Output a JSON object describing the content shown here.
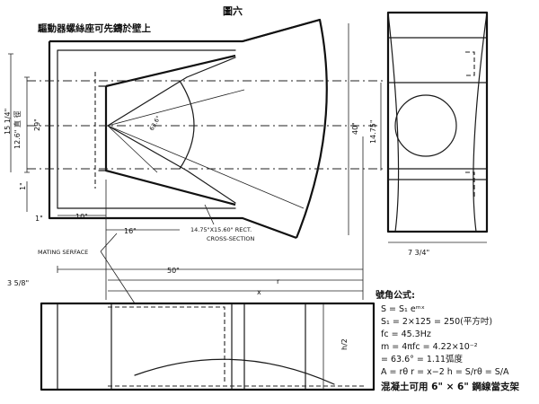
{
  "title": "圖六",
  "top_note": "驅動器螺絲座可先鑄於壁上",
  "dimensions": {
    "d_15_1_4": "15 1/4\"",
    "d_diameter": "12.6\" 直 徑",
    "d_29": "29\"",
    "d_1_inch_a": "1\"",
    "d_1_inch_b": "1\"",
    "d_10": "10\"",
    "d_16": "16\"",
    "d_50": "50\"",
    "d_angle": "63.6°",
    "d_40": "40\"",
    "d_14_75": "14.75\"",
    "d_7_3_4": "7 3/4\"",
    "d_3_5": "3 5/8\"",
    "d_r": "r",
    "d_x": "x",
    "d_h_2": "h/2"
  },
  "labels": {
    "rect_section": "14.75\"X15.60\" RECT.",
    "cross_section": "CROSS-SECTION",
    "mating_surface": "MATING SERFACE"
  },
  "formulas": {
    "heading": "號角公式:",
    "l1": "S   = S₁ eᵐˣ",
    "l2": "S₁  = 2×125 = 250(平方吋)",
    "l3": "fᴄ   = 45.3Hz",
    "l4": "m  = 4πfc = 4.22×10⁻²",
    "l5": "     = 63.6°  = 1.11弧度",
    "l6": "A   = rθ    r = x−2    h = S/rθ = S/A"
  },
  "bottom_note": "混凝土可用 6\" × 6\" 鋼線當支架"
}
